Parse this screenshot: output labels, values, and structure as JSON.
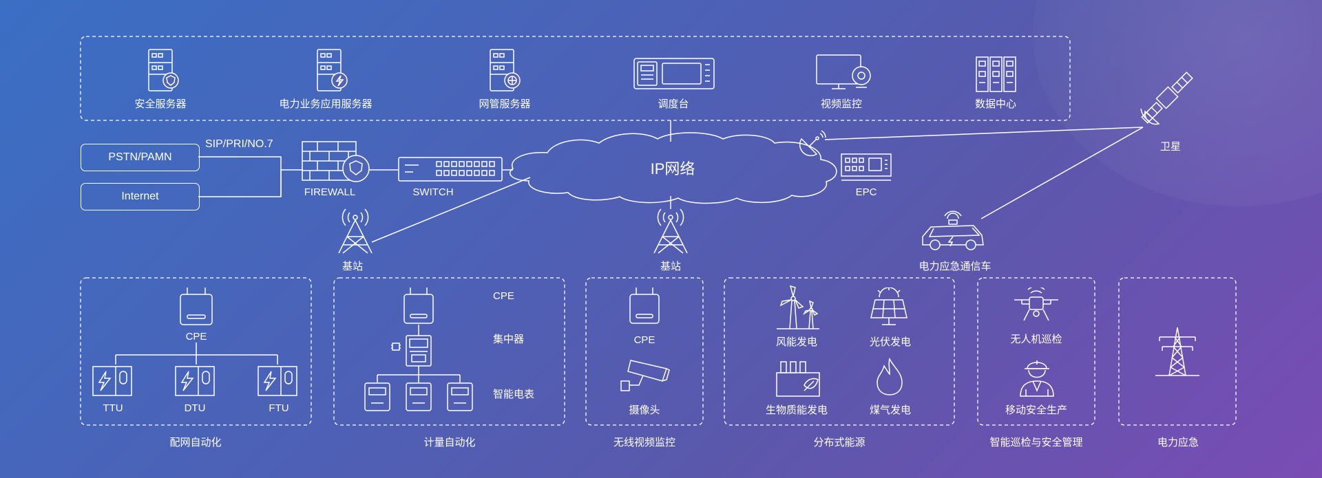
{
  "colors": {
    "accent": "#ffffff",
    "bg_start": "#3a6fc4",
    "bg_end": "#7a4cb4"
  },
  "servers": {
    "security": "安全服务器",
    "power_app": "电力业务应用服务器",
    "network_mgmt": "网管服务器",
    "dispatch": "调度台",
    "video": "视频监控",
    "datacenter": "数据中心"
  },
  "core": {
    "ip_network": "IP网络",
    "pstn": "PSTN/PAMN",
    "internet": "Internet",
    "sip": "SIP/PRI/NO.7",
    "firewall": "FIREWALL",
    "switch": "SWITCH",
    "epc": "EPC",
    "satellite": "卫星",
    "base_station_1": "基站",
    "base_station_2": "基站",
    "emergency_vehicle": "电力应急通信车"
  },
  "groups": {
    "distribution": {
      "title": "配网自动化",
      "cpe": "CPE",
      "ttu": "TTU",
      "dtu": "DTU",
      "ftu": "FTU"
    },
    "metering": {
      "title": "计量自动化",
      "cpe": "CPE",
      "concentrator": "集中器",
      "meter": "智能电表"
    },
    "video": {
      "title": "无线视频监控",
      "cpe": "CPE",
      "camera": "摄像头"
    },
    "energy": {
      "title": "分布式能源",
      "wind": "风能发电",
      "solar": "光伏发电",
      "biomass": "生物质能发电",
      "gas": "煤气发电"
    },
    "inspection": {
      "title": "智能巡检与安全管理",
      "drone": "无人机巡检",
      "safety": "移动安全生产"
    },
    "emergency": {
      "title": "电力应急"
    }
  }
}
